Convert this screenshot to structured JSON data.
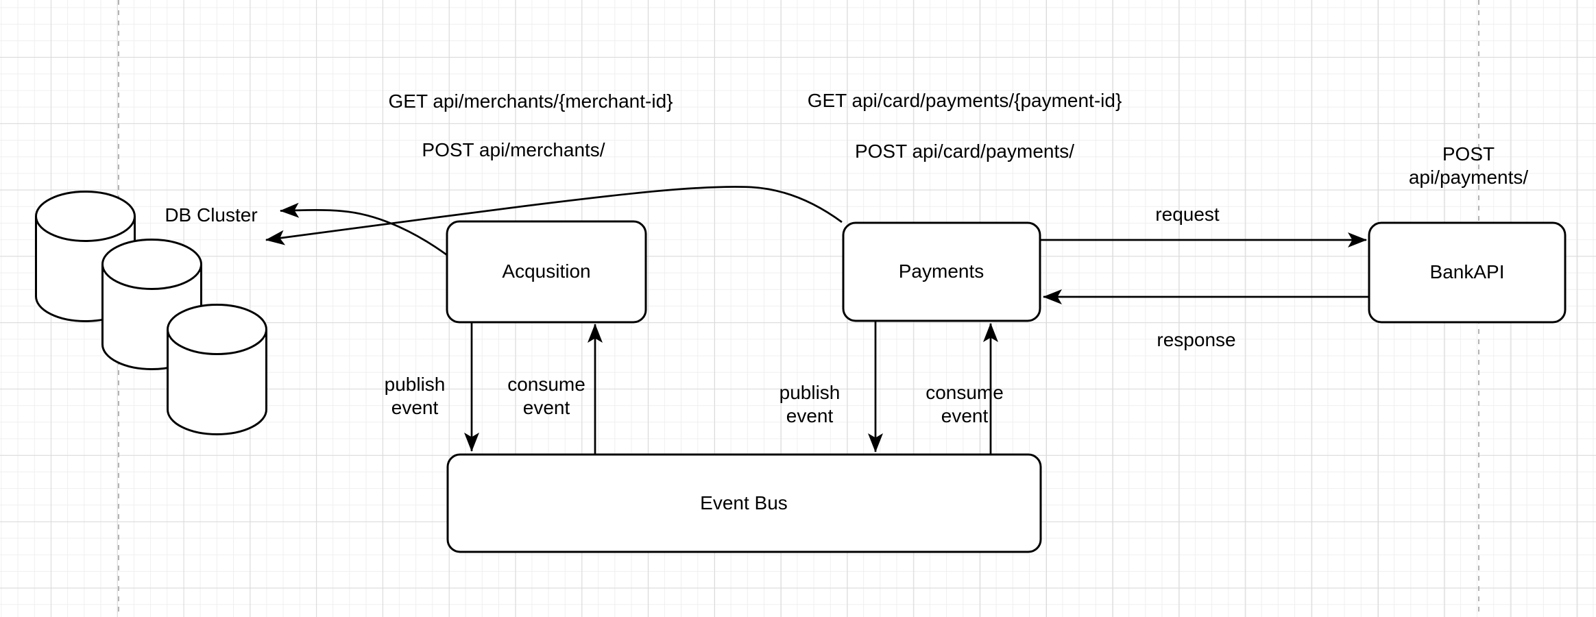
{
  "diagram": {
    "tool": "drawio-style-canvas",
    "colors": {
      "shape_stroke": "#000000",
      "shape_fill": "#ffffff",
      "grid_minor": "#efefef",
      "grid_major": "#d9d9d9",
      "page_boundary": "#b3b3b3",
      "text": "#000000"
    }
  },
  "nodes": {
    "acquisition": {
      "label": "Acqusition"
    },
    "payments": {
      "label": "Payments"
    },
    "bankapi": {
      "label": "BankAPI"
    },
    "event_bus": {
      "label": "Event Bus"
    },
    "db_cluster": {
      "label": "DB Cluster"
    }
  },
  "api_labels": {
    "get_merchants": "GET api/merchants/{merchant-id}",
    "post_merchants": "POST api/merchants/",
    "get_card_payments": "GET api/card/payments/{payment-id}",
    "post_card_payments": "POST api/card/payments/",
    "post_payments": "POST api/payments/"
  },
  "edge_labels": {
    "request": "request",
    "response": "response",
    "publish_event": "publish\nevent",
    "consume_event": "consume\nevent"
  }
}
